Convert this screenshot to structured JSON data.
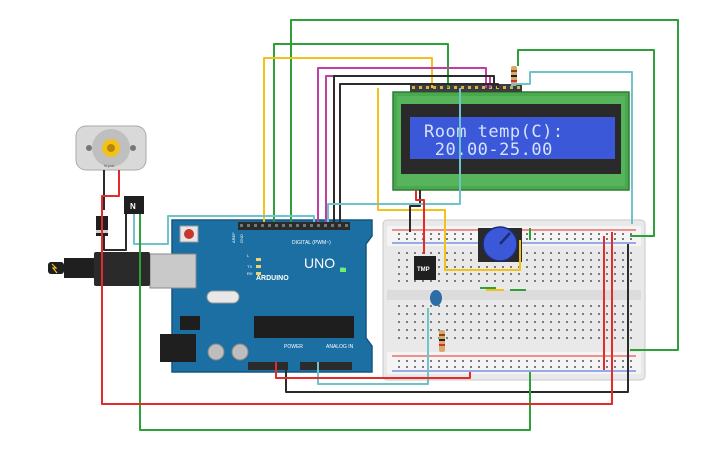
{
  "lcd": {
    "line1": "Room temp(C):",
    "line2": " 20.00-25.00"
  },
  "arduino": {
    "logo": "ARDUINO",
    "model": "UNO",
    "digital_label": "DIGITAL (PWM~)",
    "power_label": "POWER",
    "analog_label": "ANALOG IN",
    "on_label": "ON",
    "tx_label": "TX",
    "rx_label": "RX",
    "l_label": "L",
    "aref_label": "AREF",
    "gnd_label": "GND"
  },
  "sensor": {
    "label": "TMP"
  },
  "transistor": {
    "label": "N"
  },
  "motor": {
    "label": "M-prot"
  },
  "colors": {
    "red": "#e52a2a",
    "green": "#2f9f3a",
    "yellow": "#f2c21a",
    "black": "#2b2b2b",
    "cyan": "#6fc4cc",
    "magenta": "#c23ea5",
    "board": "#1c6fa3",
    "lcd_bezel": "#58b45a"
  }
}
